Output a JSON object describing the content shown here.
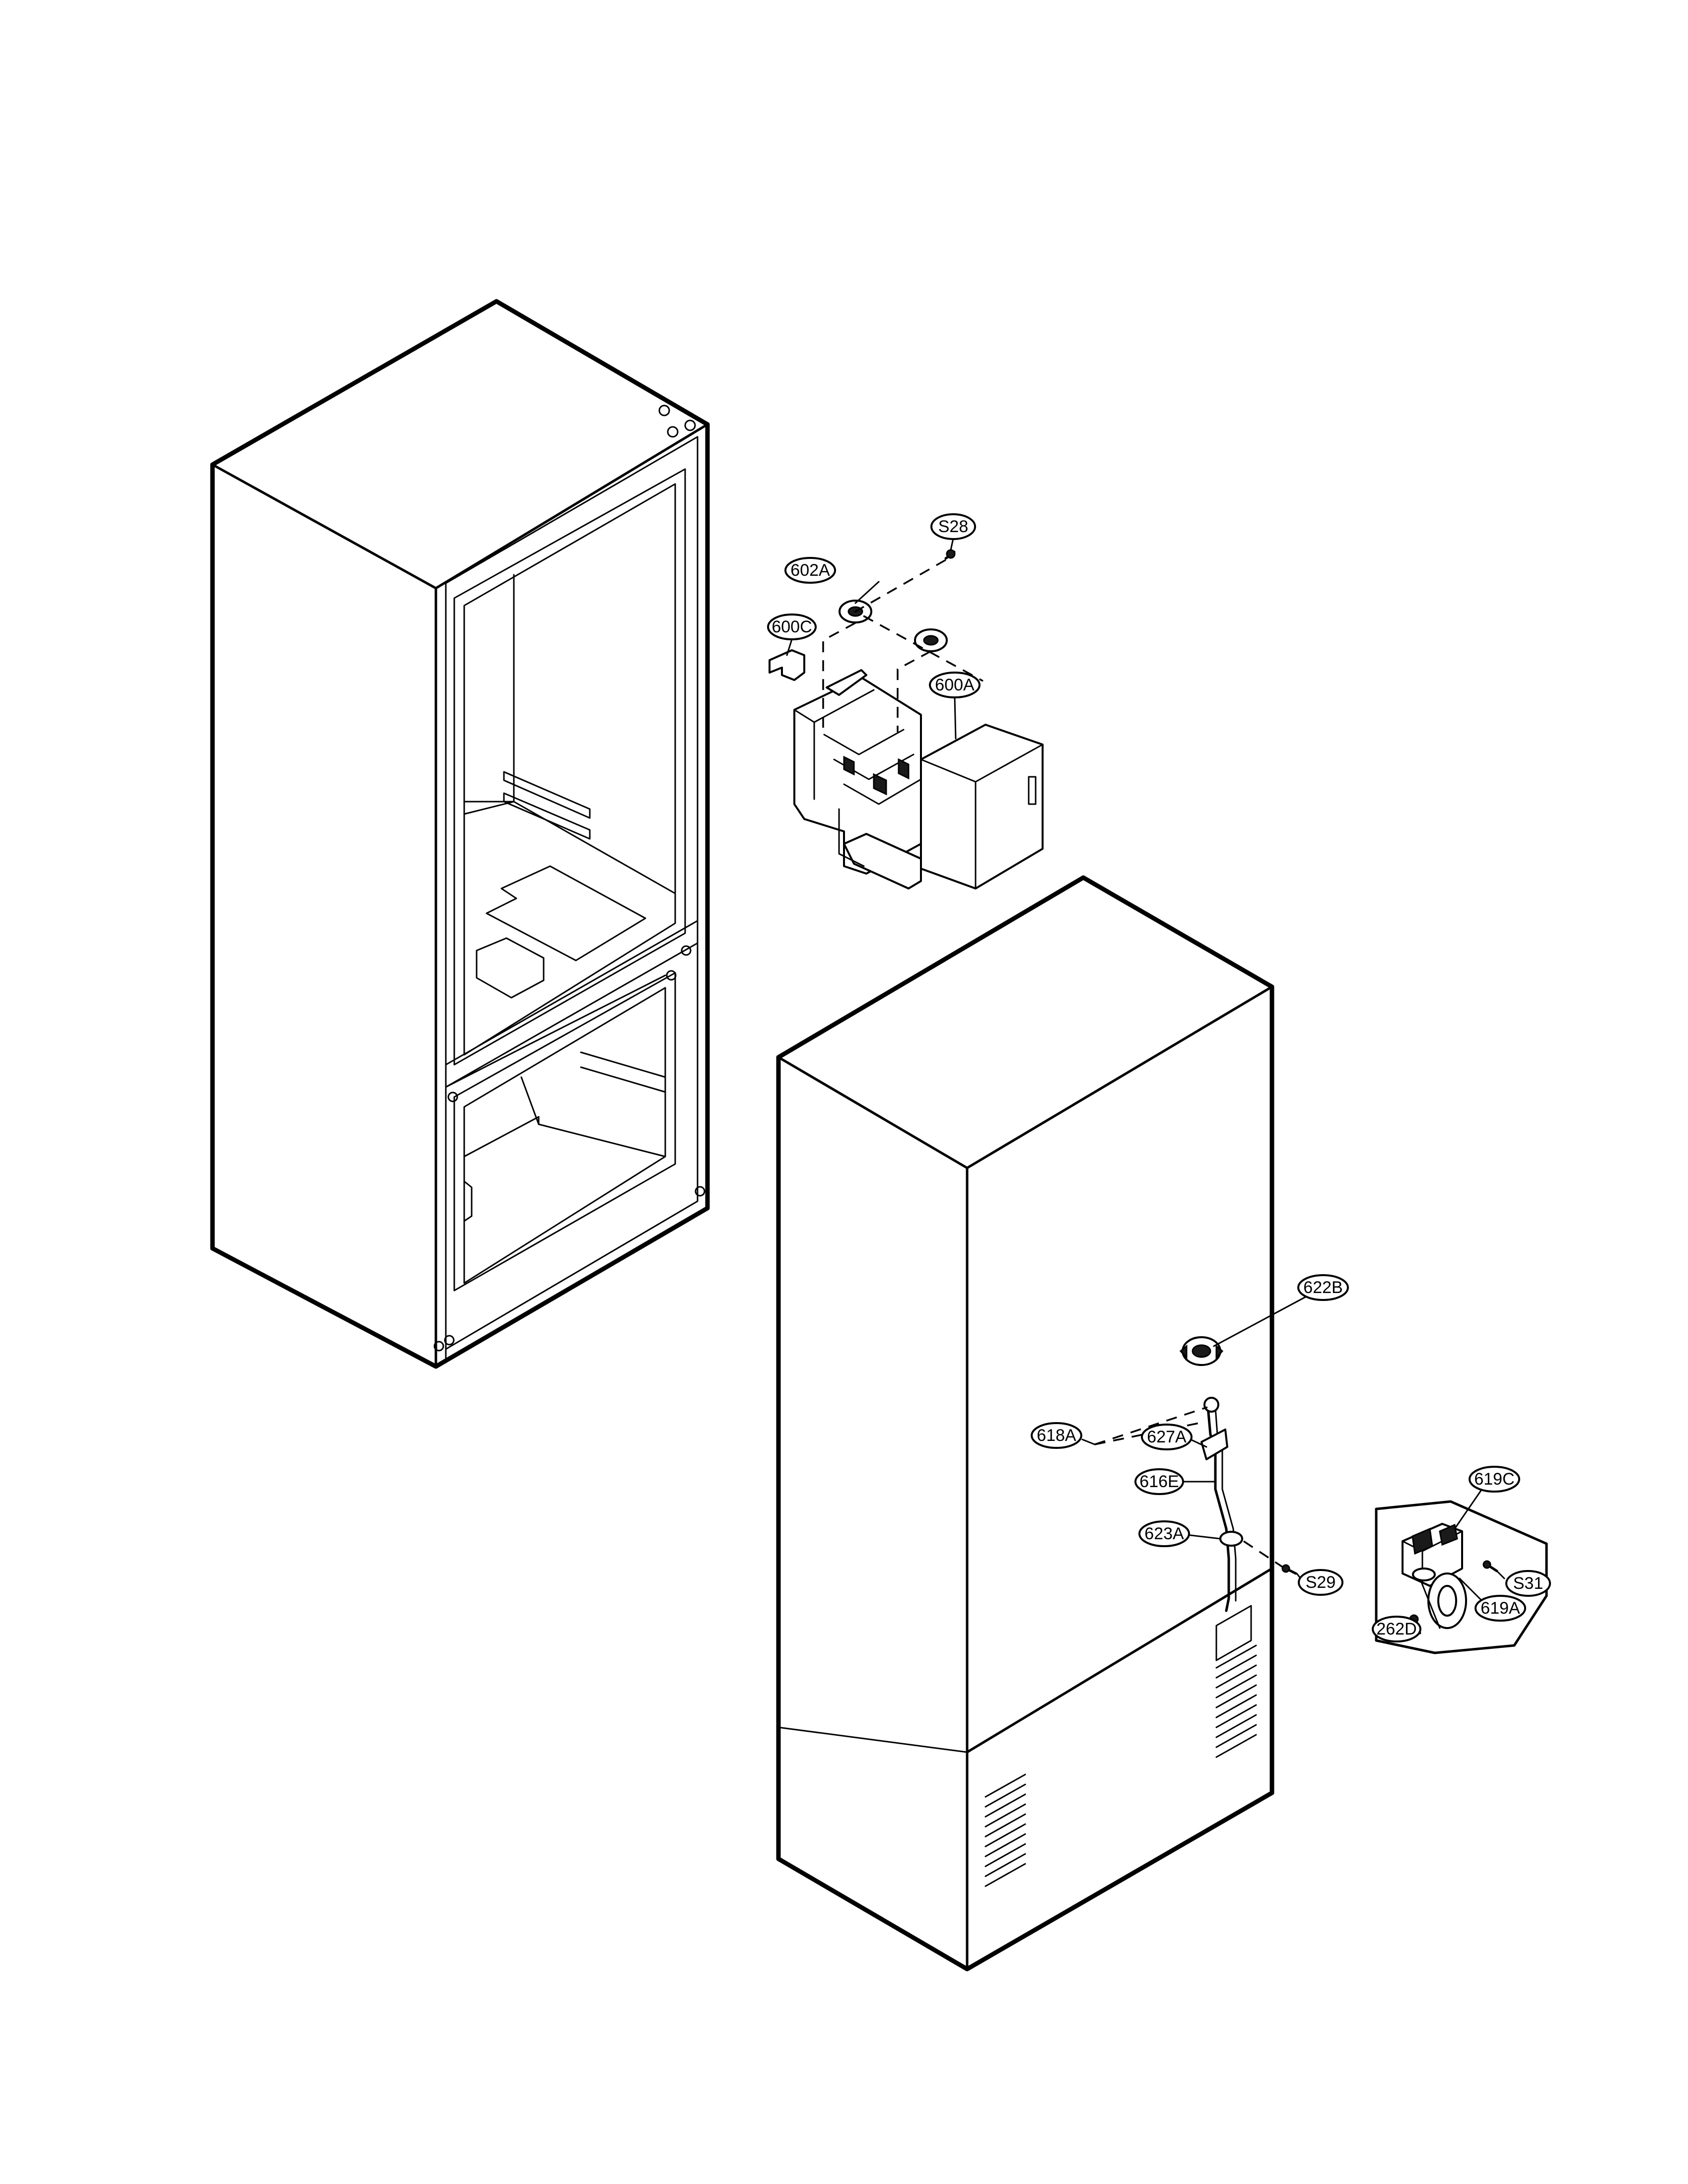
{
  "labels": {
    "s28": "S28",
    "p602a": "602A",
    "p600c": "600C",
    "p600a": "600A",
    "p622b": "622B",
    "p618a": "618A",
    "p627a": "627A",
    "p616e": "616E",
    "p623a": "623A",
    "s29": "S29",
    "p619c": "619C",
    "s31": "S31",
    "p619a": "619A",
    "p262d": "262D"
  }
}
